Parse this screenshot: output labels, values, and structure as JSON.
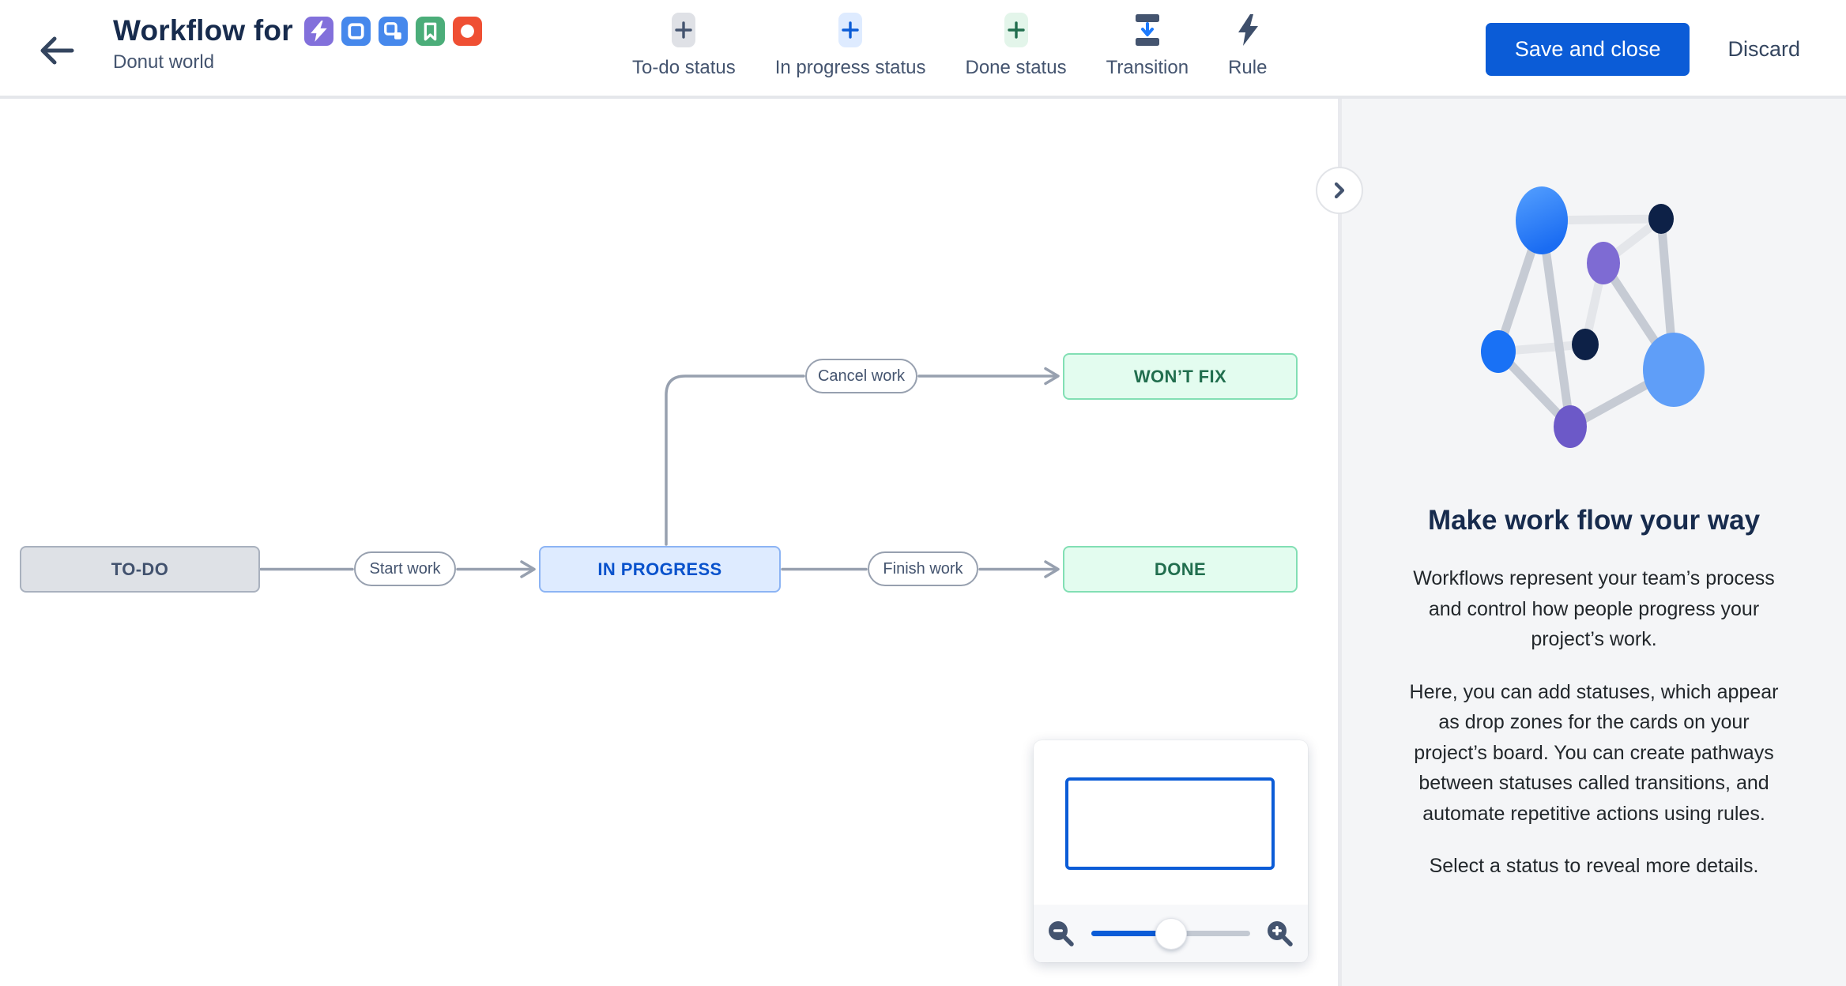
{
  "header": {
    "back_label": "Back",
    "title": "Workflow for",
    "subtitle": "Donut world",
    "issue_types": [
      {
        "name": "epic",
        "color": "#8270DB"
      },
      {
        "name": "task",
        "color": "#4688EC"
      },
      {
        "name": "subtask",
        "color": "#4688EC"
      },
      {
        "name": "story",
        "color": "#4BAD79"
      },
      {
        "name": "bug",
        "color": "#EF4F33"
      }
    ],
    "toolbar": {
      "todo_status": "To-do status",
      "in_progress_status": "In progress status",
      "done_status": "Done status",
      "transition": "Transition",
      "rule": "Rule"
    },
    "save_button": "Save and close",
    "discard_button": "Discard"
  },
  "workflow": {
    "statuses": {
      "todo": "TO-DO",
      "in_progress": "IN PROGRESS",
      "done": "DONE",
      "wont_fix": "WON’T FIX"
    },
    "transitions": {
      "start_work": "Start work",
      "finish_work": "Finish work",
      "cancel_work": "Cancel work"
    }
  },
  "minimap": {
    "zoom_slider_percent": 50
  },
  "panel": {
    "heading": "Make work flow your way",
    "paragraphs": [
      "Workflows represent your team’s process and control how people progress your project’s work.",
      "Here, you can add statuses, which appear as drop zones for the cards on your project’s board. You can create pathways between statuses called transitions, and automate repetitive actions using rules.",
      "Select a status to reveal more details."
    ]
  },
  "colors": {
    "accent_blue": "#0B5CD7",
    "todo_gray_bg": "#DEE1E6",
    "in_progress_blue_bg": "#DEEBFF",
    "done_green_bg": "#E3FCEF",
    "edge_gray": "#97A0AF"
  }
}
